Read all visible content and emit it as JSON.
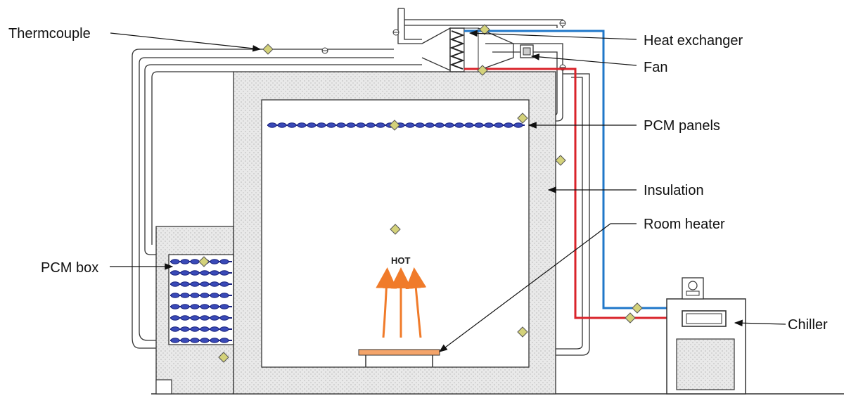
{
  "labels": {
    "thermocouple": "Thermcouple",
    "heat_exchanger": "Heat exchanger",
    "fan": "Fan",
    "pcm_panels": "PCM panels",
    "insulation": "Insulation",
    "room_heater": "Room heater",
    "pcm_box": "PCM box",
    "chiller": "Chiller",
    "hot": "HOT"
  },
  "colors": {
    "insulation_fill": "#e6e6e6",
    "cold_pipe": "#1f77c9",
    "hot_pipe": "#d9232a",
    "pcm": "#1a237e",
    "thermocouple": "#d4d27a",
    "heater": "#f4a46a",
    "heat_arrows": "#f07b2a"
  },
  "icons": {
    "thermocouple": "diamond-icon",
    "pcm": "pcm-capsule-icon",
    "fan": "fan-icon",
    "heat": "up-arrow-icon"
  }
}
